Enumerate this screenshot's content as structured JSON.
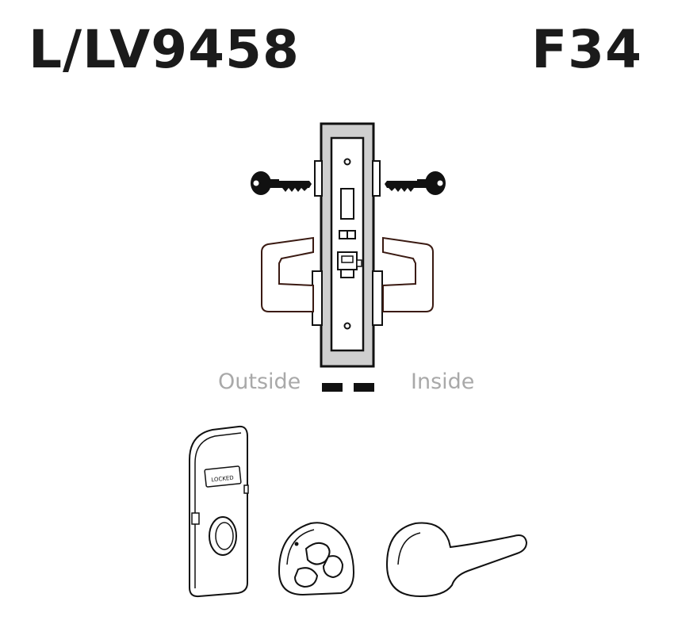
{
  "header": {
    "model_number": "L/LV9458",
    "function_code": "F34"
  },
  "diagram": {
    "outside_label": "Outside",
    "inside_label": "Inside",
    "indicator_text": "LOCKED"
  },
  "colors": {
    "lever_outline": "#3a1a12",
    "case_fill": "#cfcfcf",
    "label_gray": "#a9a9a9",
    "text_dark": "#1b1b1b"
  }
}
